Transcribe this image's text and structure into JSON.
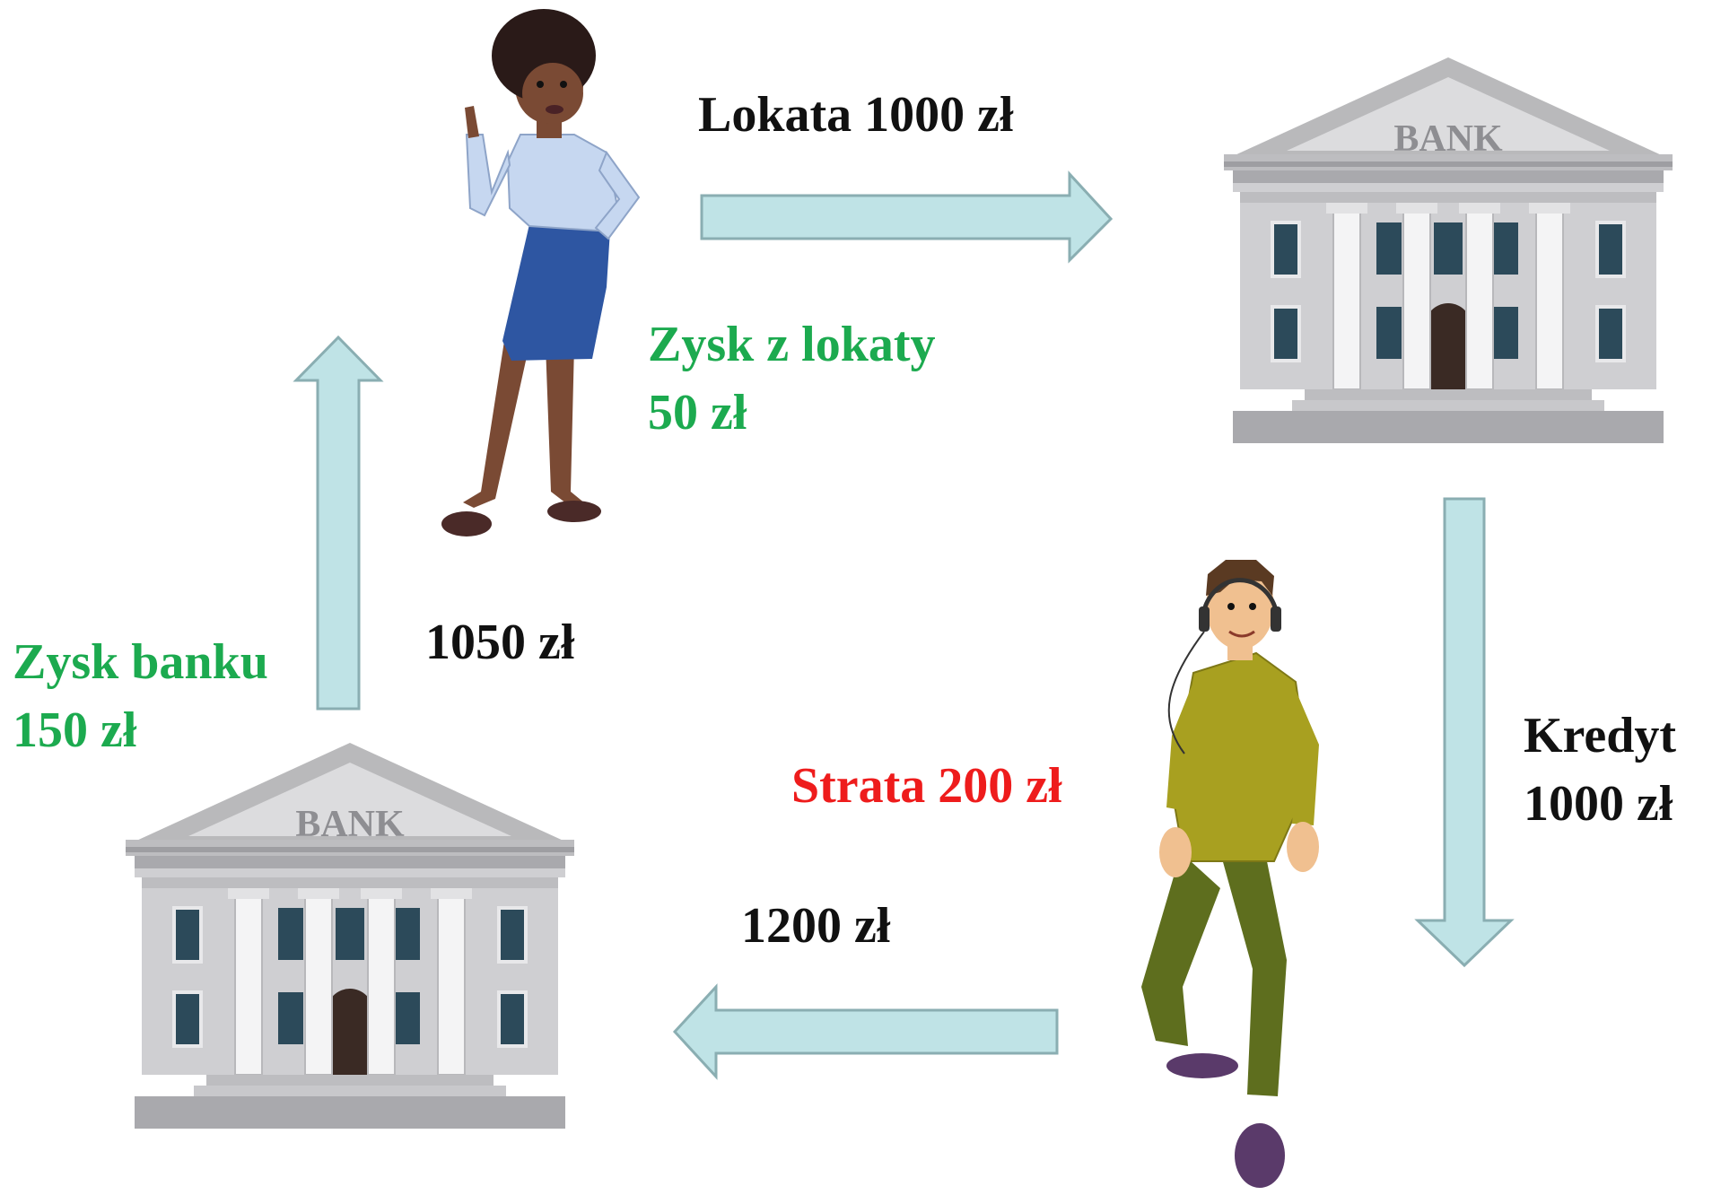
{
  "labels": {
    "deposit": "Lokata 1000 zł",
    "deposit_profit_line1": "Zysk z lokaty",
    "deposit_profit_line2": "50 zł",
    "credit_line1": "Kredyt",
    "credit_line2": "1000 zł",
    "loss": "Strata 200 zł",
    "repayment": "1200 zł",
    "payout": "1050 zł",
    "bank_profit_line1": "Zysk banku",
    "bank_profit_line2": "150 zł"
  },
  "bank_sign": "BANK",
  "colors": {
    "arrow_fill": "#bfe3e6",
    "arrow_stroke": "#8aaeb2",
    "text_black": "#111111",
    "text_green": "#1caa4f",
    "text_red": "#ee1c1c"
  }
}
